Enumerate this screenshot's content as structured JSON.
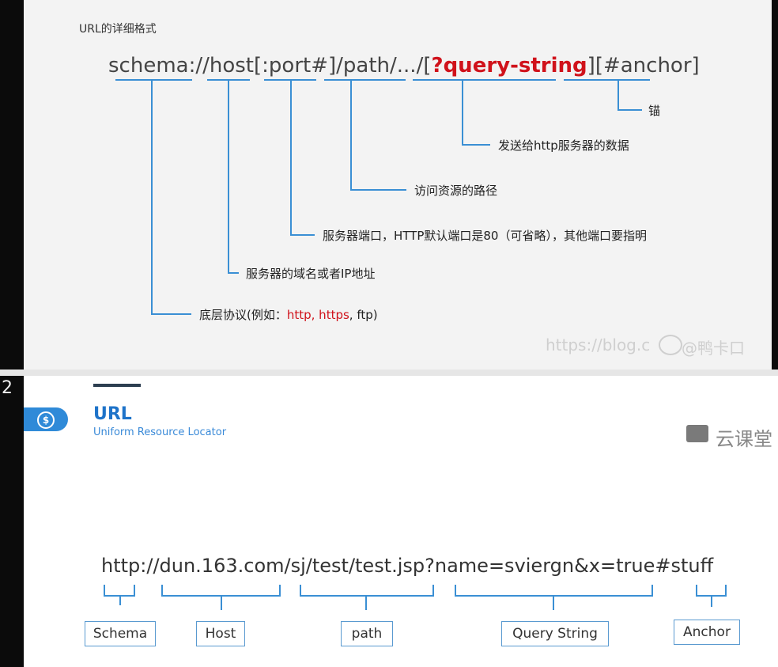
{
  "top": {
    "title": "URL的详细格式",
    "url_parts": {
      "schema": "schema",
      "sep1": "://",
      "host": "host",
      "port": "[:port#]",
      "path": "/path/.../",
      "bracket_open": "[",
      "query": "?query-string",
      "bracket_close": "]",
      "anchor": "[#anchor]"
    },
    "annotations": {
      "anchor": "锚",
      "query": "发送给http服务器的数据",
      "path": "访问资源的路径",
      "port": "服务器端口，HTTP默认端口是80（可省略），其他端口要指明",
      "host": "服务器的域名或者IP地址",
      "schema_prefix": "底层协议(例如：",
      "schema_http": "http, https",
      "schema_suffix": ", ftp)"
    },
    "watermark": "https://blog.c",
    "watermark2": "@鸭卡口"
  },
  "bottom": {
    "side_number": "2",
    "title": "URL",
    "subtitle": "Uniform Resource Locator",
    "logo_text": "云课堂",
    "example_url": "http://dun.163.com/sj/test/test.jsp?name=sviergn&x=true#stuff",
    "labels": {
      "schema": "Schema",
      "host": "Host",
      "path": "path",
      "query": "Query String",
      "anchor": "Anchor"
    }
  },
  "colors": {
    "line_blue": "#3a8fd4",
    "highlight_red": "#d0121b",
    "brand_blue": "#1e73c9"
  }
}
